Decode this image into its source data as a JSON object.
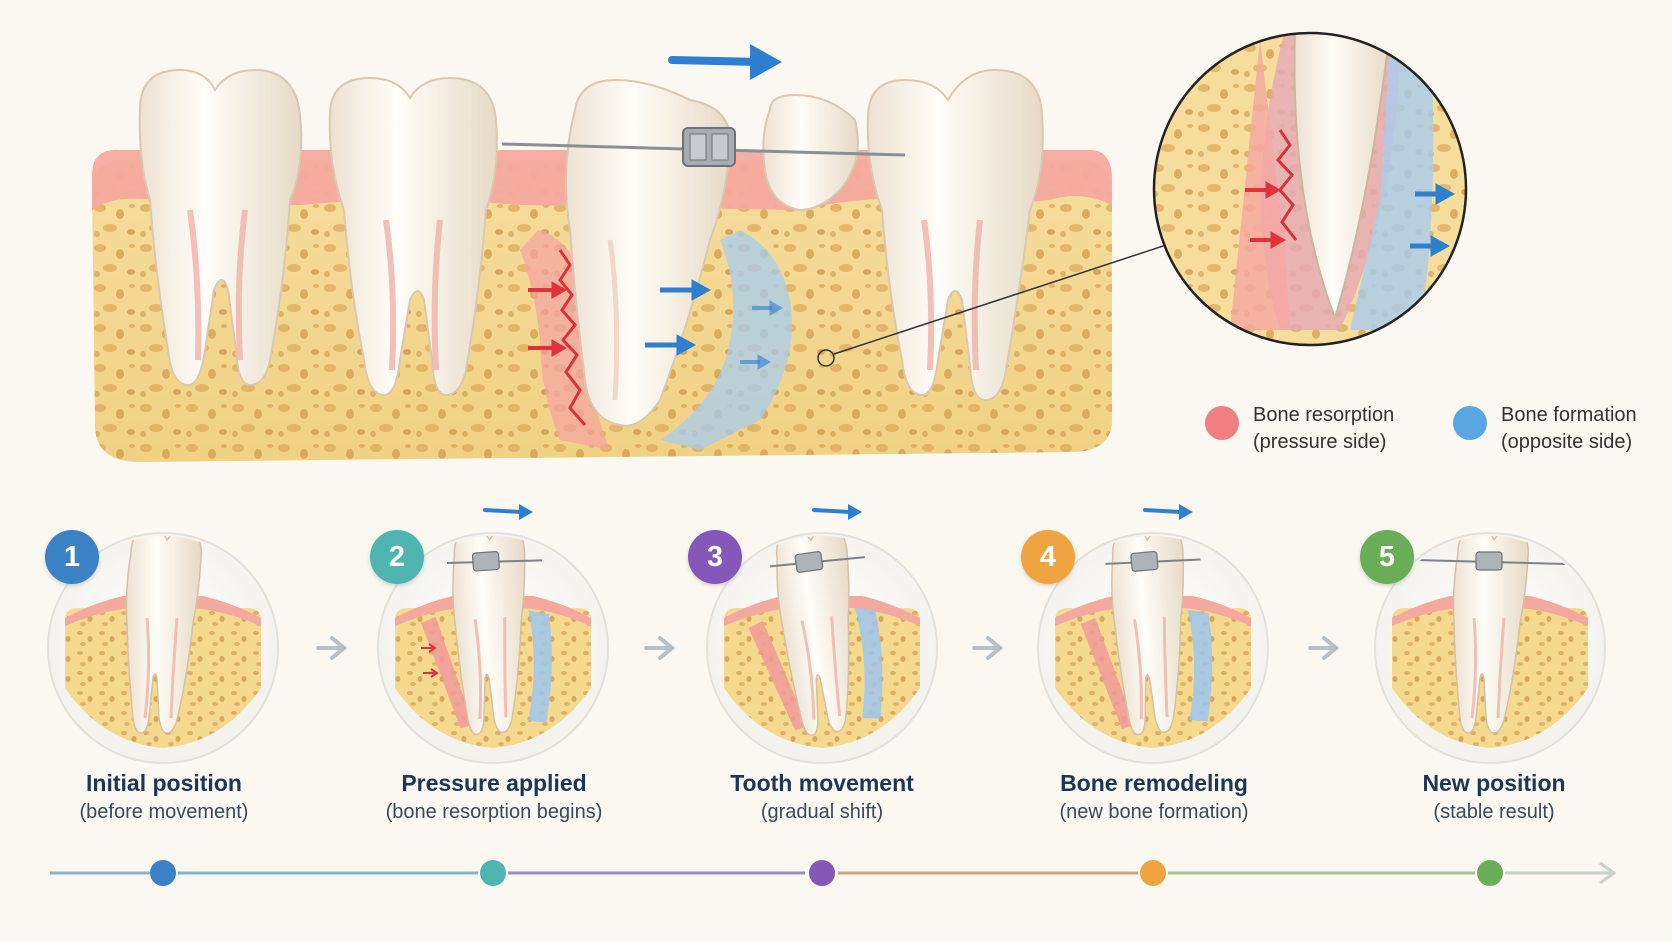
{
  "legend": {
    "resorption": {
      "line1": "Bone resorption",
      "line2": "(pressure side)",
      "color": "#f07e82"
    },
    "formation": {
      "line1": "Bone formation",
      "line2": "(opposite side)",
      "color": "#5aa6e0"
    }
  },
  "steps": [
    {
      "number": "1",
      "title": "Initial position",
      "subtitle": "(before movement)",
      "color": "#3b82c4"
    },
    {
      "number": "2",
      "title": "Pressure applied",
      "subtitle": "(bone resorption begins)",
      "color": "#4fb5b0"
    },
    {
      "number": "3",
      "title": "Tooth movement",
      "subtitle": "(gradual shift)",
      "color": "#8457b8"
    },
    {
      "number": "4",
      "title": "Bone remodeling",
      "subtitle": "(new bone formation)",
      "color": "#eea541"
    },
    {
      "number": "5",
      "title": "New position",
      "subtitle": "(stable result)",
      "color": "#6aad58"
    }
  ],
  "colors": {
    "bone": "#f4d990",
    "bone_pore": "#d9a85c",
    "gum": "#f2a29a",
    "tooth": "#fbf6ee",
    "arrow_blue": "#2e7fd0",
    "arrow_red": "#e0323c"
  }
}
